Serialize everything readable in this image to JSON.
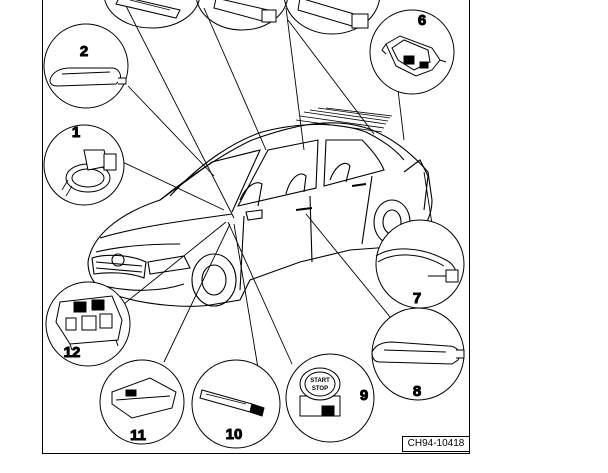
{
  "callouts": {
    "c1": "1",
    "c2": "2",
    "c6": "6",
    "c7": "7",
    "c8": "8",
    "c9": "9",
    "c10": "10",
    "c11": "11",
    "c12": "12"
  },
  "start_button": {
    "line1": "START",
    "line2": "STOP"
  },
  "reference_code": "CH94-10418",
  "colors": {
    "line": "#000000",
    "background": "#ffffff"
  }
}
